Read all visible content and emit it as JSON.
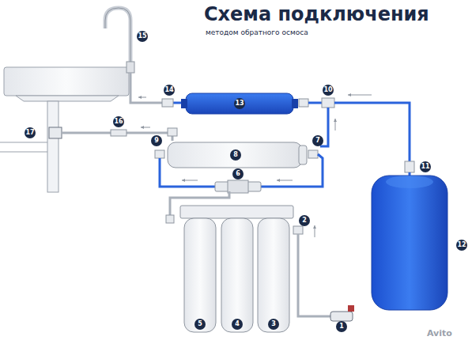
{
  "diagram": {
    "title": "Схема подключения",
    "labels": [
      "методом обратного осмоса",
      "1",
      "2",
      "3",
      "4",
      "5",
      "6",
      "7",
      "8",
      "9",
      "10",
      "11",
      "12",
      "13",
      "14",
      "15",
      "16",
      "17",
      "Avito"
    ]
  }
}
